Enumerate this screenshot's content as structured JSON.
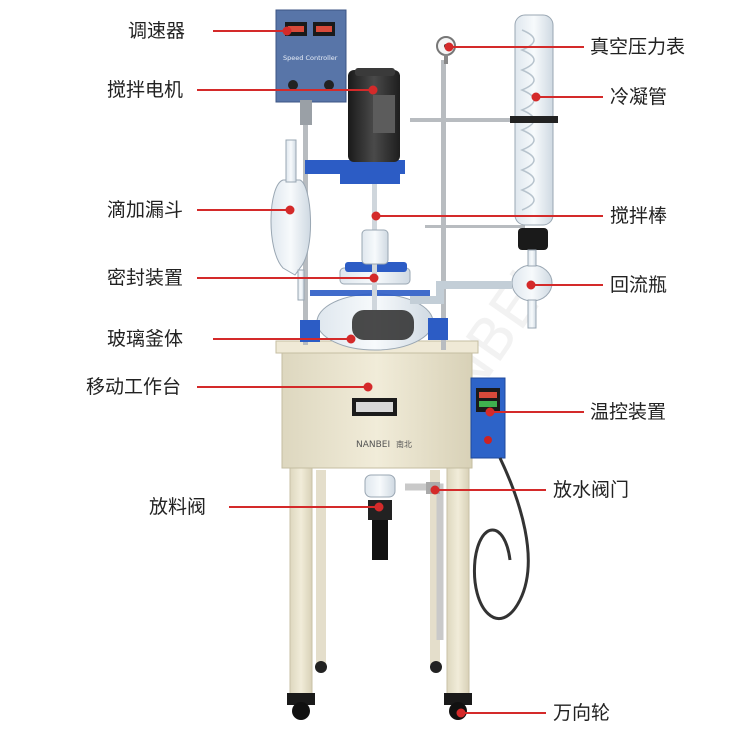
{
  "labels_left": [
    "调速器",
    "搅拌电机",
    "滴加漏斗",
    "密封装置",
    "玻璃釜体",
    "移动工作台",
    "放料阀"
  ],
  "labels_right": [
    "真空压力表",
    "冷凝管",
    "搅拌棒",
    "回流瓶",
    "温控装置",
    "放水阀门",
    "万向轮"
  ],
  "device_text": {
    "controller_title": "Speed Controller",
    "brand": "NANBEI",
    "brand_cn": "南北",
    "watermark": "NANBEI"
  },
  "colors": {
    "leader_line": "#d42a2a",
    "dot": "#d42a2a",
    "frame": "#e9e4cf",
    "clamp_blue": "#2c5cc5",
    "motor": "#2b2b2b"
  }
}
